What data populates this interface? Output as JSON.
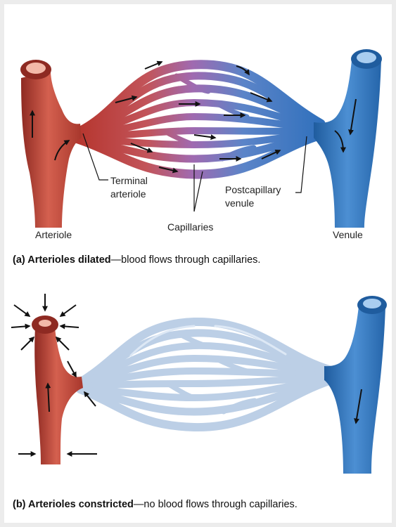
{
  "panel_a": {
    "labels": {
      "terminal_arteriole_line1": "Terminal",
      "terminal_arteriole_line2": "arteriole",
      "postcapillary_line1": "Postcapillary",
      "postcapillary_line2": "venule",
      "capillaries": "Capillaries",
      "arteriole": "Arteriole",
      "venule": "Venule"
    },
    "caption": {
      "prefix": "(a) ",
      "bold": "Arterioles dilated",
      "rest": "—blood flows through capillaries."
    }
  },
  "panel_b": {
    "caption": {
      "prefix": "(b) ",
      "bold": "Arterioles constricted",
      "rest": "—no blood flows through capillaries."
    }
  },
  "colors": {
    "artery": "#c0392b",
    "vein": "#2f77c0",
    "capillary_mix": "#9a6fb3",
    "pale_capillary": "#b9cde6"
  }
}
